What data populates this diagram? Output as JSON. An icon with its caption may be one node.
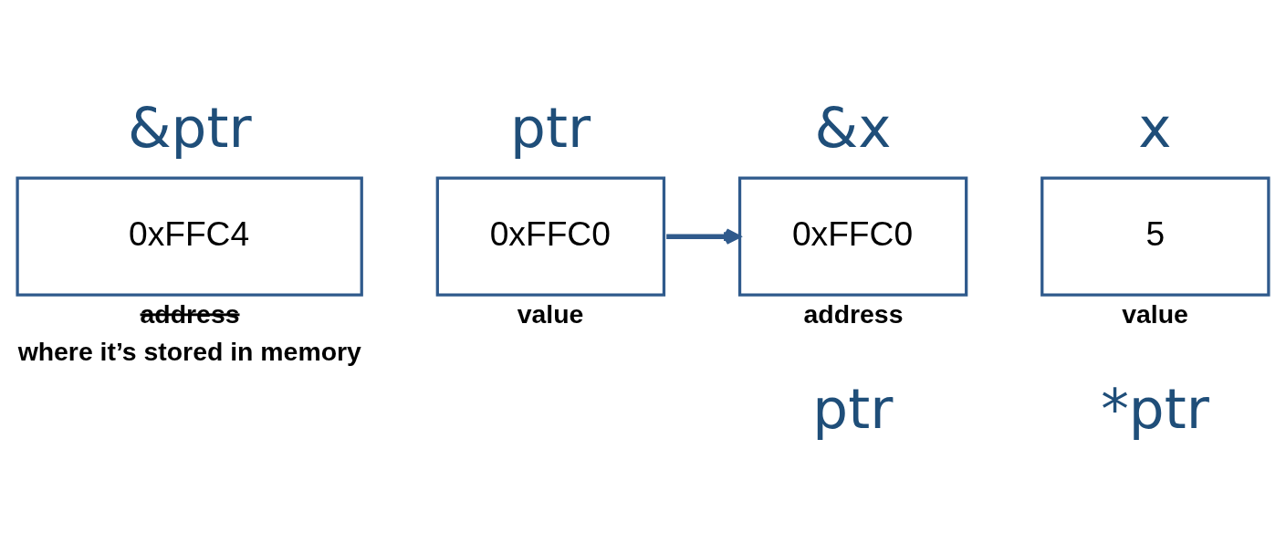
{
  "diagram": {
    "nodes": [
      {
        "text": [
          "&ptr",
          "0xFFC4",
          "address",
          "where it’s stored in memory"
        ]
      },
      {
        "text": [
          "ptr",
          "0xFFC0",
          "value"
        ]
      },
      {
        "text": [
          "&x",
          "0xFFC0",
          "address"
        ]
      },
      {
        "text": [
          "x",
          "5",
          "value"
        ]
      }
    ],
    "edges": [
      {
        "from": 1,
        "to": 2,
        "arrow": "to"
      }
    ],
    "labels": [
      "ptr",
      "*ptr"
    ]
  }
}
